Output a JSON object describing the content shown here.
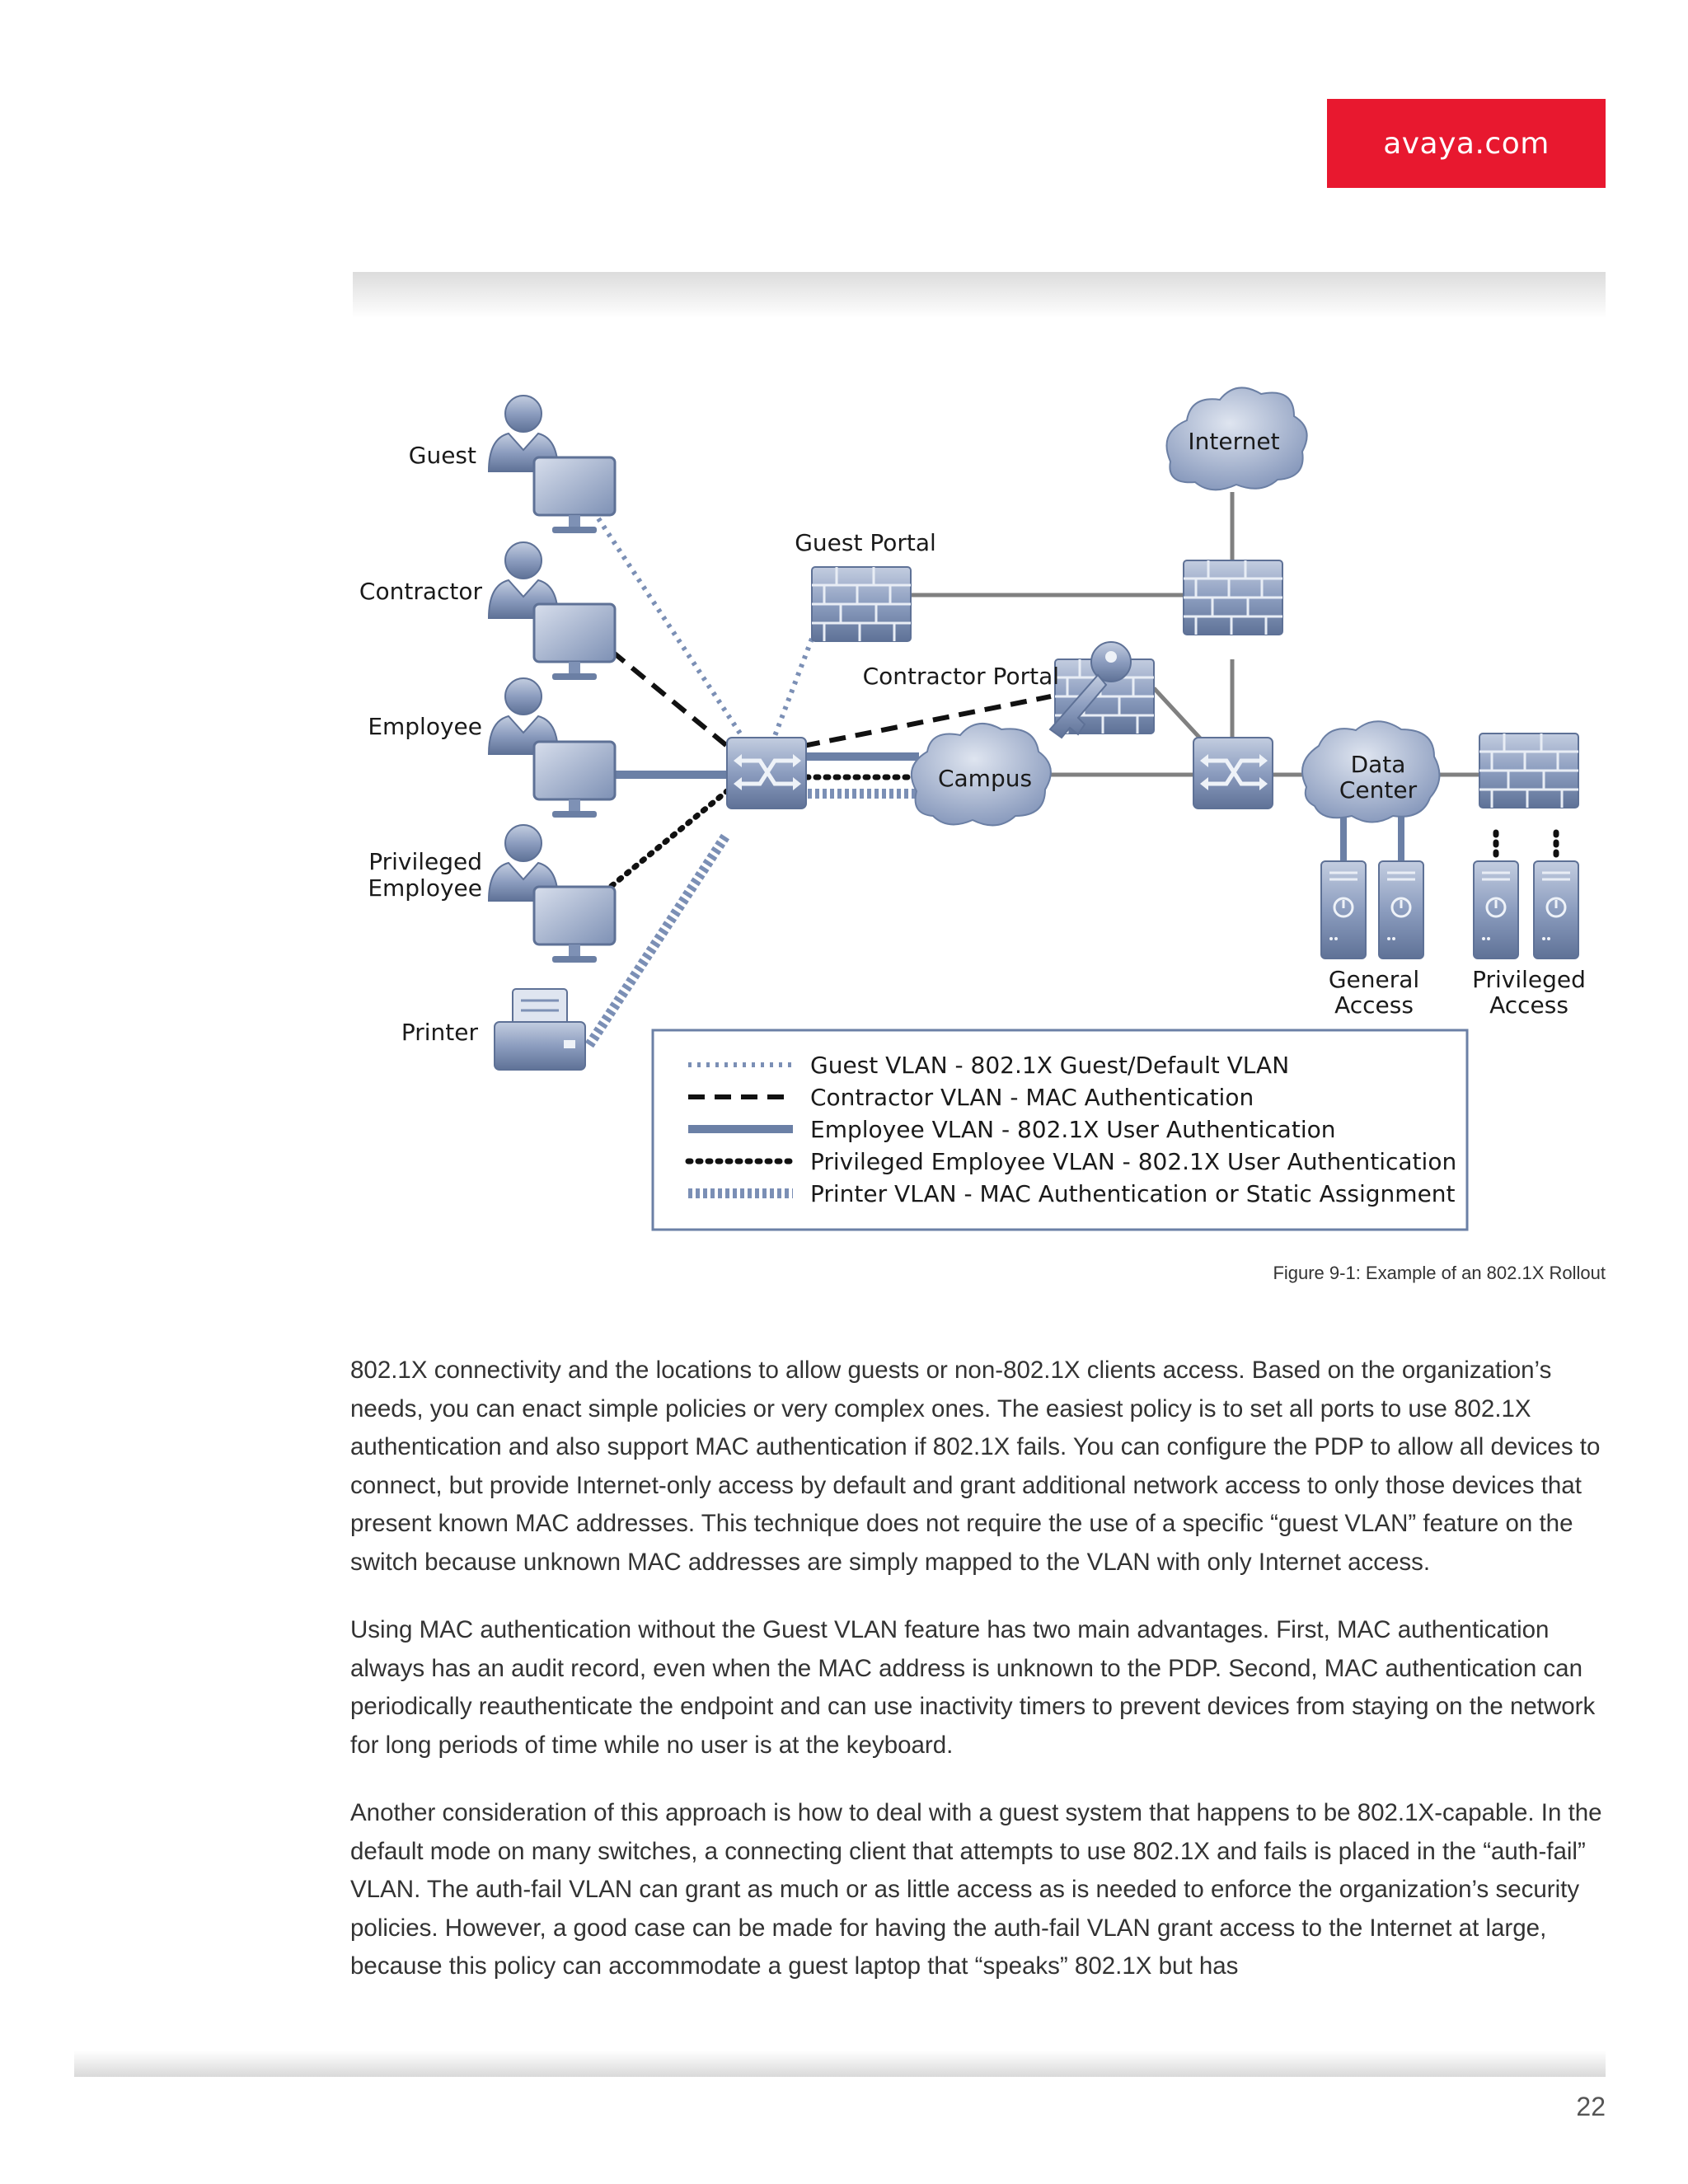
{
  "header": {
    "brand": "avaya.com",
    "brand_color": "#e8182f"
  },
  "diagram": {
    "nodes": {
      "guest": "Guest",
      "contractor": "Contractor",
      "employee": "Employee",
      "privileged_employee": [
        "Privileged",
        "Employee"
      ],
      "printer": "Printer",
      "guest_portal": "Guest Portal",
      "contractor_portal": "Contractor Portal",
      "internet": "Internet",
      "campus": "Campus",
      "data_center": [
        "Data",
        "Center"
      ],
      "general_access": [
        "General",
        "Access"
      ],
      "privileged_access": [
        "Privileged",
        "Access"
      ]
    },
    "legend": [
      {
        "style": "guest-dotted",
        "label": "Guest VLAN - 802.1X Guest/Default VLAN"
      },
      {
        "style": "contractor-dashed",
        "label": "Contractor VLAN - MAC Authentication"
      },
      {
        "style": "employee-solid",
        "label": "Employee VLAN - 802.1X User Authentication"
      },
      {
        "style": "privileged-dotted",
        "label": "Privileged Employee VLAN - 802.1X User Authentication"
      },
      {
        "style": "printer-hatched",
        "label": "Printer VLAN - MAC Authentication or Static Assignment"
      }
    ],
    "colors": {
      "device": "#8a9bbd",
      "device_dark": "#5e7196",
      "line_gray": "#808080",
      "employee_line": "#6b80a6"
    }
  },
  "caption": "Figure 9-1: Example of an 802.1X Rollout",
  "body": {
    "p1": "802.1X connectivity and the locations to allow guests or non-802.1X clients access. Based on the organization’s needs, you can enact simple policies or very complex ones. The easiest policy is to set all ports to use 802.1X authentication and also support MAC authentication if 802.1X fails. You can configure the PDP to allow all devices to connect, but provide Internet-only access by default and grant additional network access to only those devices that present known MAC addresses. This technique does not require the use of a specific “guest VLAN” feature on the switch because unknown MAC addresses are simply mapped to the VLAN with only Internet access.",
    "p2": "Using MAC authentication without the Guest VLAN feature has two main advantages. First, MAC authentication always has an audit record, even when the MAC address is unknown to the PDP. Second, MAC authentication can periodically reauthenticate the endpoint and can use inactivity timers to prevent devices from staying on the network for long periods of time while no user is at the keyboard.",
    "p3": "Another consideration of this approach is how to deal with a guest system that happens to be 802.1X-capable. In the default mode on many switches, a connecting client that attempts to use 802.1X and fails is placed in the “auth-fail” VLAN. The auth-fail VLAN can grant as much or as little access as is needed to enforce the organization’s security policies. However, a good case can be made for having the auth-fail VLAN grant access to the Internet at large, because this policy can accommodate a guest laptop that “speaks” 802.1X but has"
  },
  "footer": {
    "page_number": "22"
  }
}
